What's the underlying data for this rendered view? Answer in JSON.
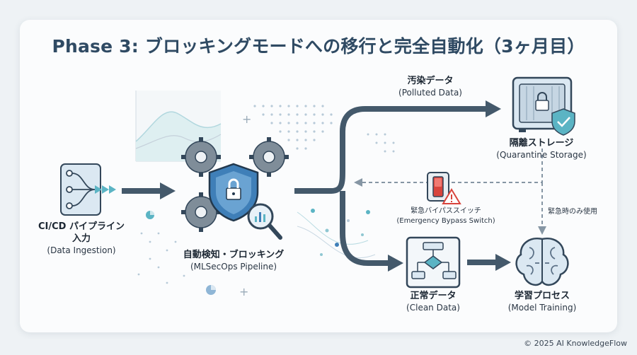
{
  "title": "Phase 3: ブロッキングモードへの移行と完全自動化（3ヶ月目）",
  "nodes": {
    "ingestion": {
      "jp_line1": "CI/CD パイプライン",
      "jp_line2": "入力",
      "en": "(Data Ingestion)"
    },
    "detection": {
      "jp": "自動検知・ブロッキング",
      "en": "(MLSecOps Pipeline)"
    },
    "polluted": {
      "jp": "汚染データ",
      "en": "(Polluted Data)"
    },
    "quarantine": {
      "jp": "隔離ストレージ",
      "en": "(Quarantine Storage)"
    },
    "bypass": {
      "jp": "緊急バイパススイッチ",
      "en": "(Emergency Bypass Switch)",
      "note": "緊急時のみ使用"
    },
    "clean": {
      "jp": "正常データ",
      "en": "(Clean Data)"
    },
    "training": {
      "jp": "学習プロセス",
      "en": "(Model Training)"
    }
  },
  "footer": "© 2025 AI KnowledgeFlow",
  "colors": {
    "arrow": "#44596b",
    "icon_fill": "#dbe8f2",
    "shield": "#3f7fb8",
    "accent_teal": "#5bb4c4",
    "alert_red": "#d8443c"
  }
}
